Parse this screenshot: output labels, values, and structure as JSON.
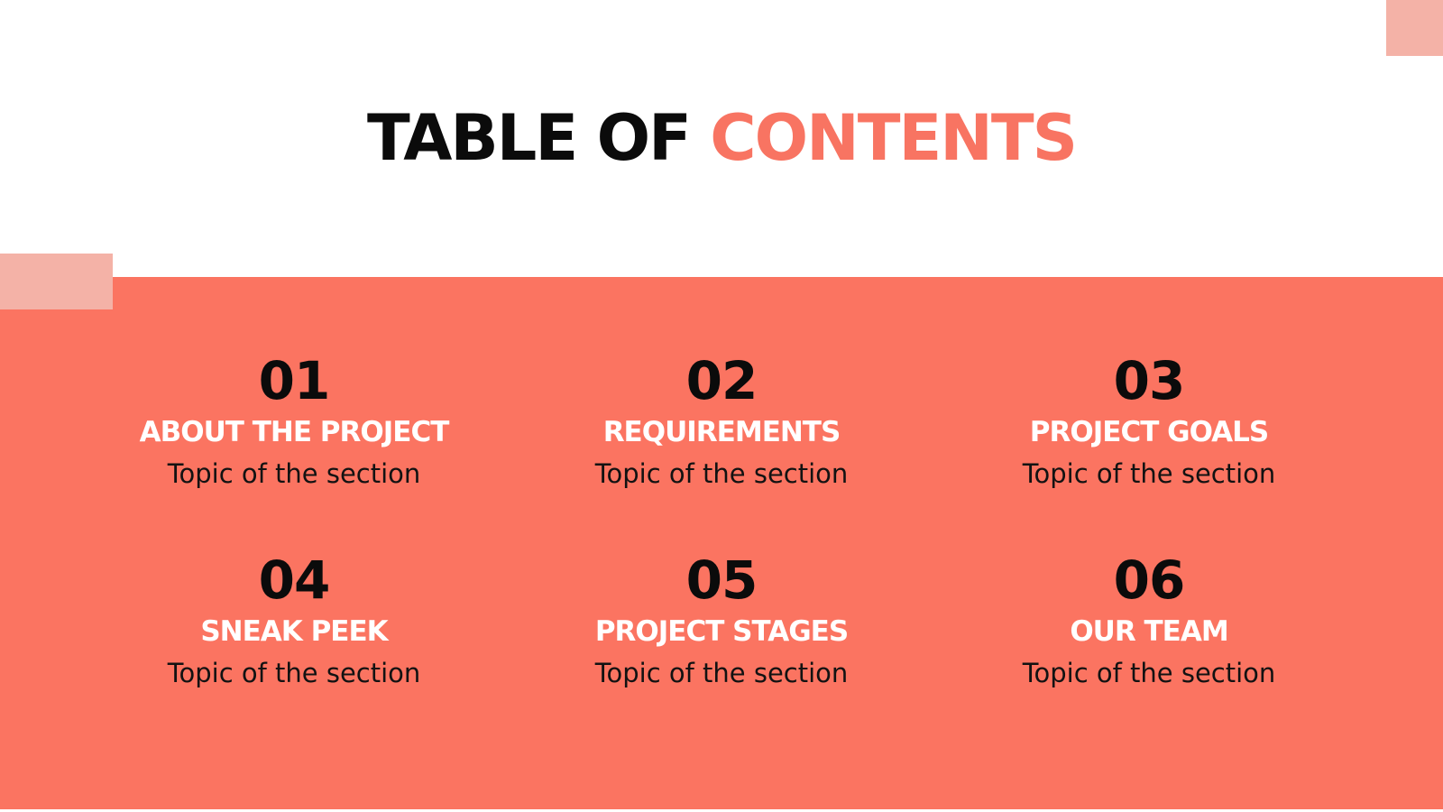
{
  "title": {
    "part1": "TABLE OF ",
    "part2": "CONTENTS"
  },
  "items": [
    {
      "number": "01",
      "heading": "ABOUT THE PROJECT",
      "subtitle": "Topic of the section"
    },
    {
      "number": "02",
      "heading": "REQUIREMENTS",
      "subtitle": "Topic of the section"
    },
    {
      "number": "03",
      "heading": "PROJECT GOALS",
      "subtitle": "Topic of the section"
    },
    {
      "number": "04",
      "heading": "SNEAK PEEK",
      "subtitle": "Topic of the section"
    },
    {
      "number": "05",
      "heading": "PROJECT STAGES",
      "subtitle": "Topic of the section"
    },
    {
      "number": "06",
      "heading": "OUR TEAM",
      "subtitle": "Topic of the section"
    }
  ],
  "colors": {
    "accent": "#fb7461",
    "accent_light": "#f4b2a7",
    "title_dark": "#0b0b0b",
    "heading_text": "#ffffff"
  }
}
